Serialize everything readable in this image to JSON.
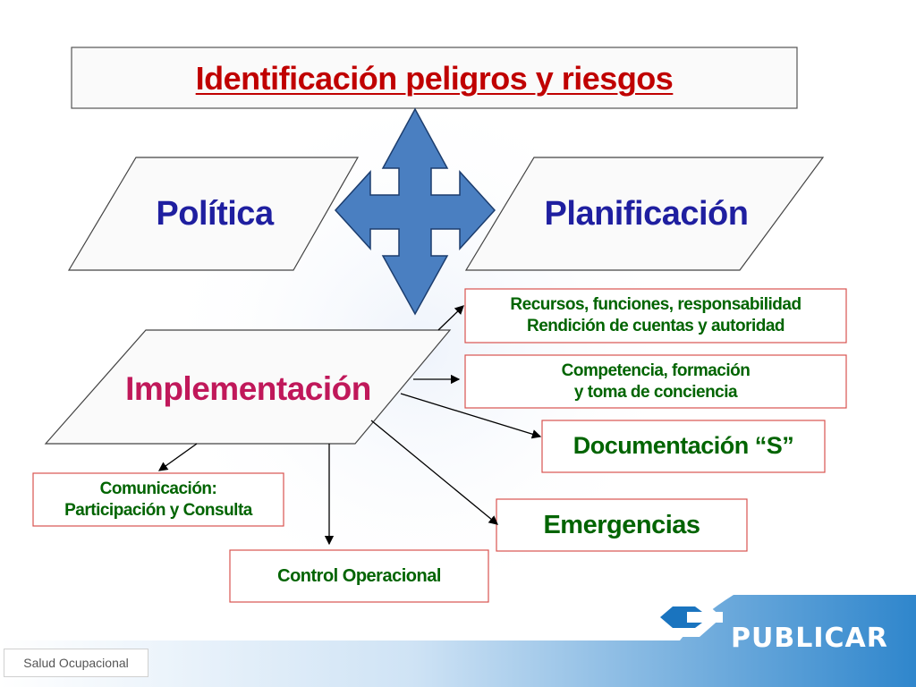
{
  "title": "Identificación peligros y riesgos",
  "shapes": {
    "politica": "Política",
    "planificacion": "Planificación",
    "implementacion": "Implementación"
  },
  "boxes": {
    "recursos": [
      "Recursos, funciones, responsabilidad",
      "Rendición de cuentas y autoridad"
    ],
    "competencia": [
      "Competencia, formación",
      "y toma de conciencia"
    ],
    "documentacion": "Documentación “S”",
    "comunicacion": [
      "Comunicación:",
      "Participación y Consulta"
    ],
    "emergencias": "Emergencias",
    "control": "Control Operacional"
  },
  "footer": "Salud Ocupacional",
  "logo": "PUBLICAR",
  "colors": {
    "title_text": "#c00000",
    "blue_text": "#1f1fa0",
    "magenta_text": "#c0185a",
    "green_text": "#006400",
    "arrow_fill": "#4a7fc1",
    "box_border": "#d9534f",
    "footer_band": "#3a8fd0",
    "logo_blue": "#1a74bf"
  }
}
